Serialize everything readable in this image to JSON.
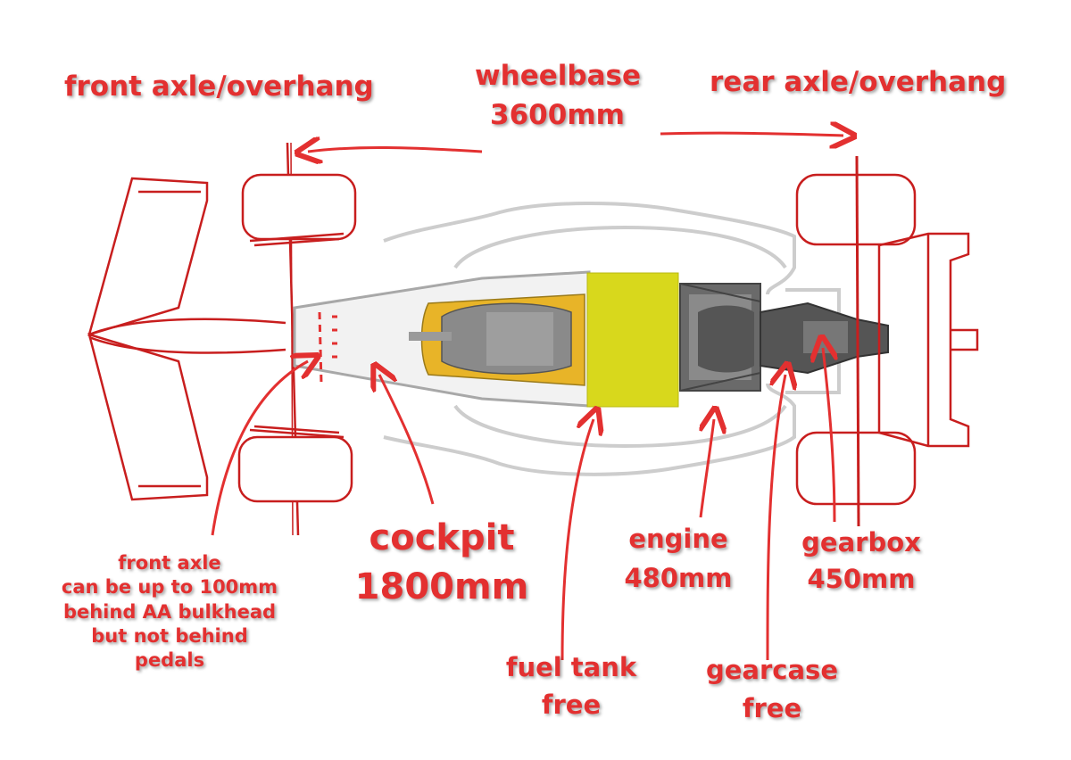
{
  "labels": {
    "front_overhang": "front axle/overhang",
    "wheelbase_title": "wheelbase",
    "wheelbase_value": "3600mm",
    "rear_overhang": "rear axle/overhang",
    "cockpit_title": "cockpit",
    "cockpit_value": "1800mm",
    "engine_title": "engine",
    "engine_value": "480mm",
    "gearbox_title": "gearbox",
    "gearbox_value": "450mm",
    "fuel_tank_title": "fuel tank",
    "fuel_tank_value": "free",
    "gearcase_title": "gearcase",
    "gearcase_value": "free",
    "front_axle_note": [
      "front axle",
      "can be up to 100mm",
      "behind AA bulkhead",
      "but not behind",
      "pedals"
    ]
  },
  "colors": {
    "annotation": "#e33030",
    "car_outline": "#c81e1e",
    "body_grey": "#c8c8c8",
    "fuel_tank": "#d8d81c",
    "cockpit_seat": "#e8b428"
  }
}
